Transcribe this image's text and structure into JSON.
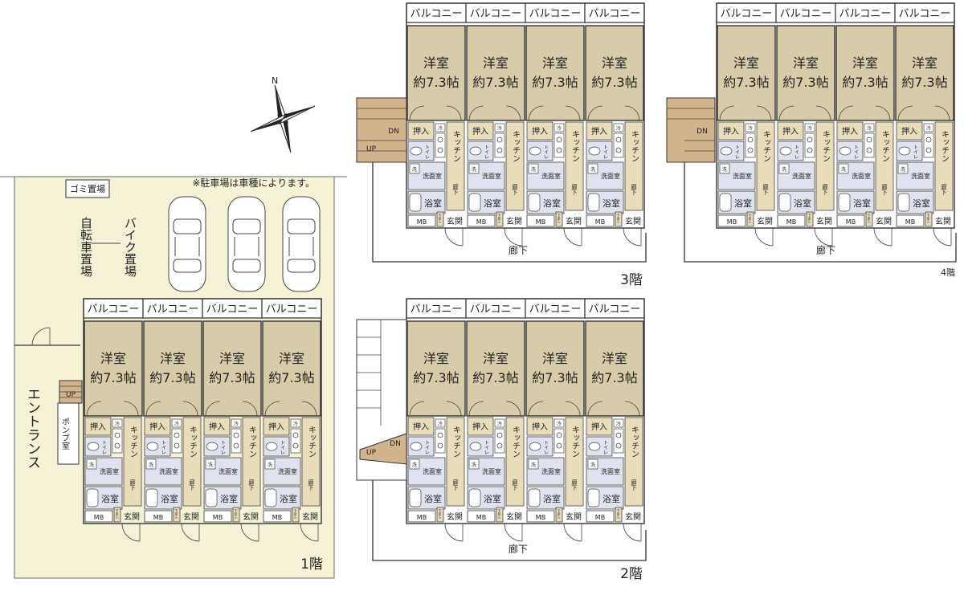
{
  "title_note": "※駐車場は車種によります。",
  "compass": {
    "north_label": "N"
  },
  "floors": {
    "f1": {
      "label": "1階"
    },
    "f2": {
      "label": "2階"
    },
    "f3": {
      "label": "3階"
    },
    "f4": {
      "label": "4階"
    }
  },
  "site": {
    "garbage": "ゴミ置場",
    "bicycle": "自転車置場",
    "bike": "バイク置場",
    "entrance": "エントランス",
    "pump": "ポンプ室"
  },
  "unit_labels": {
    "balcony": "バルコニー",
    "room_type": "洋室",
    "room_size": "約7.3帖",
    "closet": "押入",
    "kitchen": "キッチン",
    "toilet": "トイレ",
    "washroom": "洗面室",
    "bath": "浴室",
    "entry": "玄関",
    "mb": "MB",
    "hall": "廊下",
    "shoes": "下足入",
    "fridge": "冷",
    "washer": "洗"
  },
  "common": {
    "corridor": "廊下",
    "up": "UP",
    "dn": "DN"
  },
  "colors": {
    "site_fill": "#f6f2d6",
    "room_fill": "#d8cbaa",
    "wet_fill": "#dfe2ef",
    "stair_fill": "#d2b48c"
  }
}
